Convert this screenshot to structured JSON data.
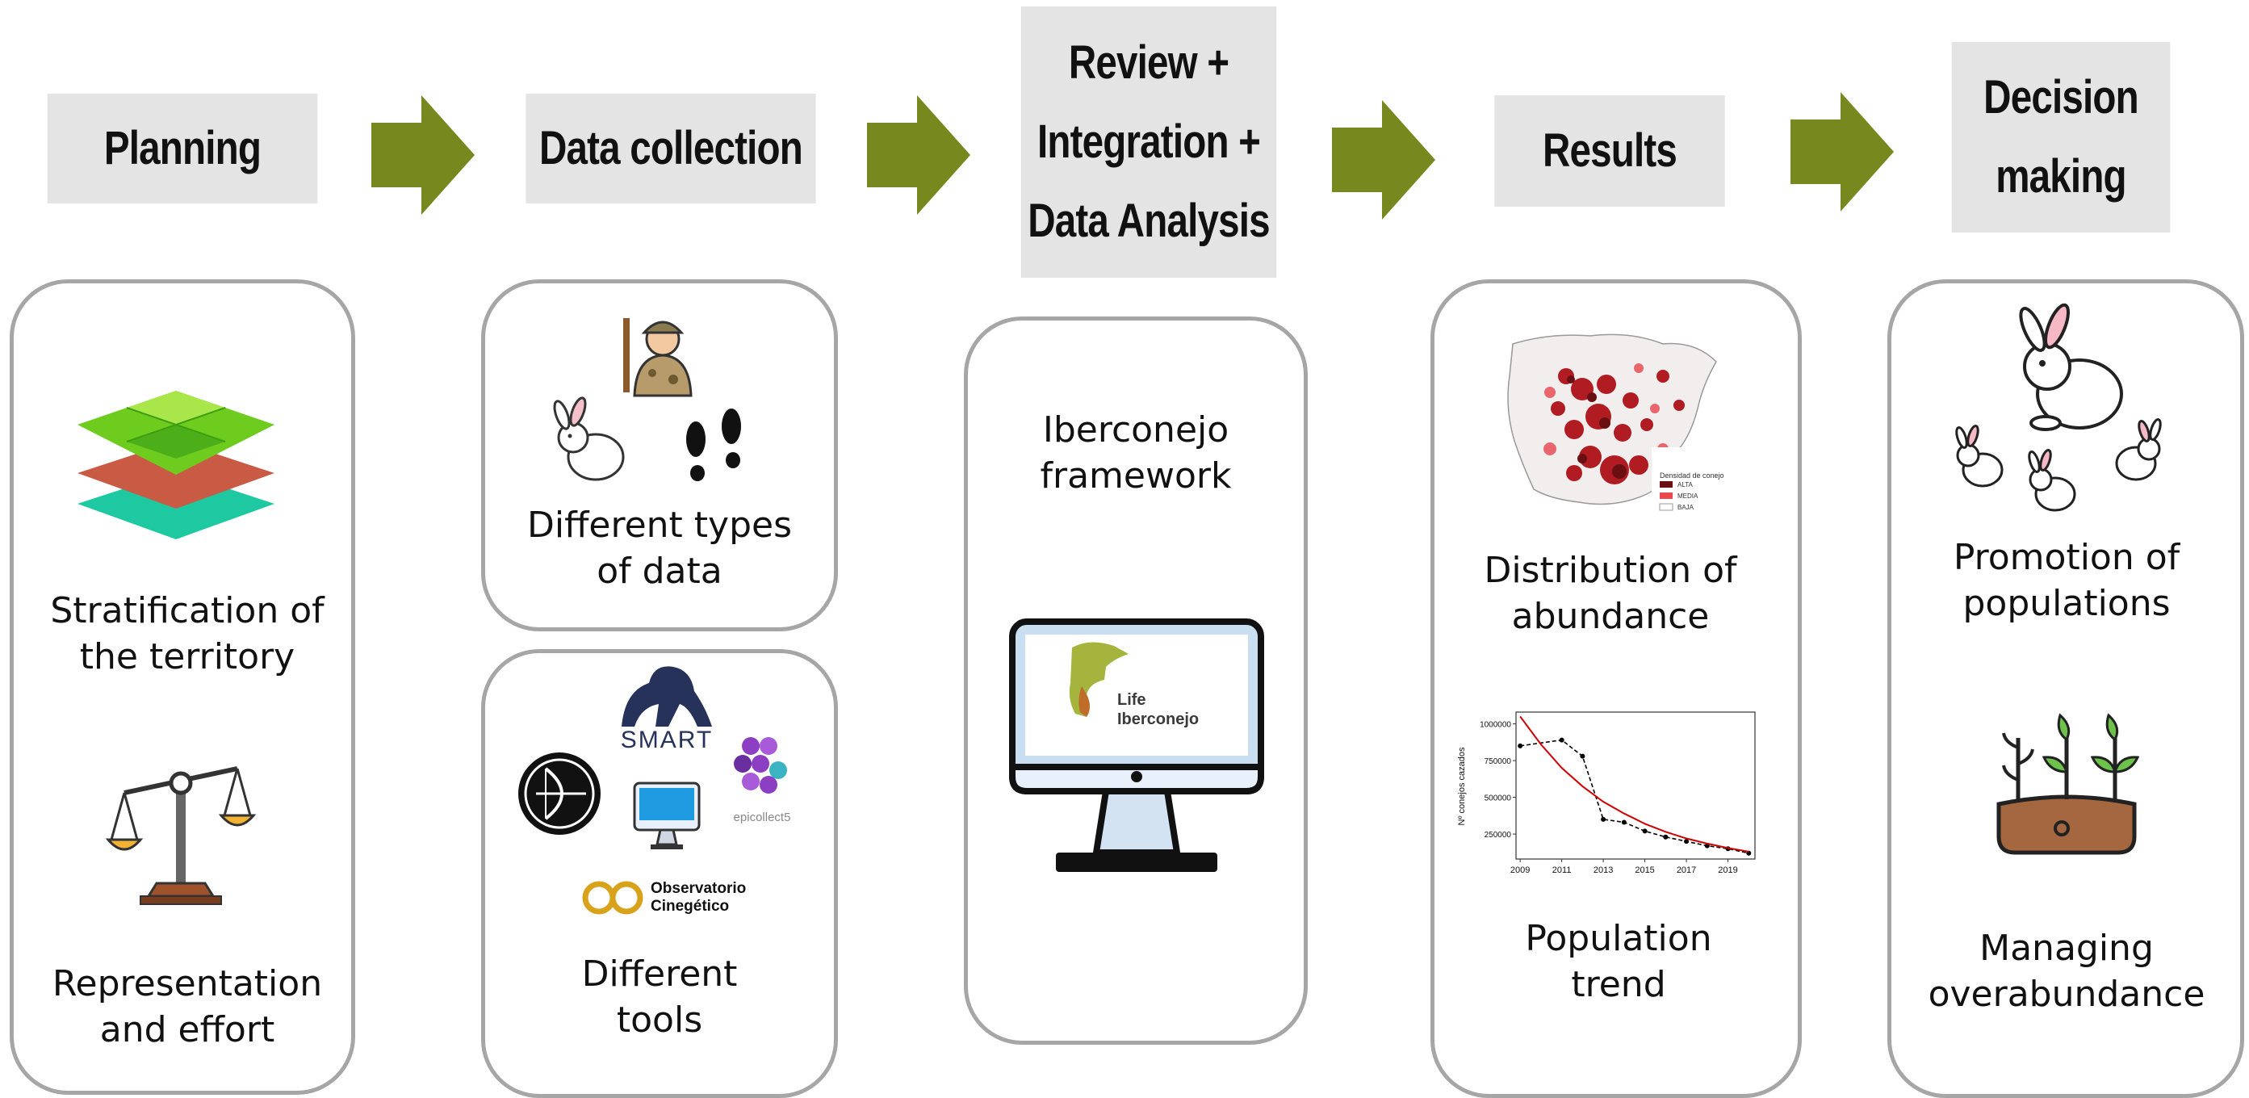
{
  "headers": [
    {
      "text": "Planning"
    },
    {
      "text": "Data collection"
    },
    {
      "text": "Review +\nIntegration +\nData Analysis"
    },
    {
      "text": "Results"
    },
    {
      "text": "Decision\nmaking"
    }
  ],
  "planning": {
    "label1": "Stratification of\nthe territory",
    "label2": "Representation\nand effort"
  },
  "data_collection": {
    "label1": "Different types\nof data",
    "label2": "Different\ntools",
    "smart": "SMART",
    "epicollect": "epicollect5",
    "observatorio_line1": "Observatorio",
    "observatorio_line2": "Cinegético"
  },
  "review": {
    "label": "Iberconejo\nframework",
    "screen_line1": "Life",
    "screen_line2": "Iberconejo"
  },
  "results": {
    "label1": "Distribution of\nabundance",
    "label2": "Population\ntrend",
    "map_legend_title": "Densidad de conejo",
    "map_legend": [
      "ALTA",
      "MEDIA",
      "BAJA"
    ]
  },
  "decision": {
    "label1": "Promotion of\npopulations",
    "label2": "Managing\noverabundance"
  },
  "chart_data": {
    "type": "line",
    "ylabel": "Nº conejos cazados",
    "x_ticks": [
      "2009",
      "2011",
      "2013",
      "2015",
      "2017",
      "2019"
    ],
    "y_ticks": [
      "250000",
      "500000",
      "750000",
      "1000000"
    ],
    "xlim": [
      2008.8,
      2020.3
    ],
    "ylim": [
      80000,
      1080000
    ],
    "series": [
      {
        "style": "dashed-points",
        "color": "#000000",
        "x": [
          2009,
          2011,
          2012,
          2013,
          2014,
          2015,
          2016,
          2017,
          2018,
          2019,
          2020
        ],
        "y": [
          850000,
          890000,
          780000,
          350000,
          330000,
          270000,
          230000,
          200000,
          170000,
          150000,
          120000
        ]
      },
      {
        "style": "fit",
        "color": "#d00000",
        "x": [
          2009,
          2010,
          2011,
          2012,
          2013,
          2014,
          2015,
          2016,
          2017,
          2018,
          2019,
          2020
        ],
        "y": [
          1050000,
          860000,
          700000,
          575000,
          470000,
          390000,
          320000,
          265000,
          220000,
          185000,
          155000,
          130000
        ]
      }
    ]
  },
  "colors": {
    "arrow": "#77881f",
    "header_bg": "#e4e4e4",
    "card_border": "#a6a6a6"
  }
}
